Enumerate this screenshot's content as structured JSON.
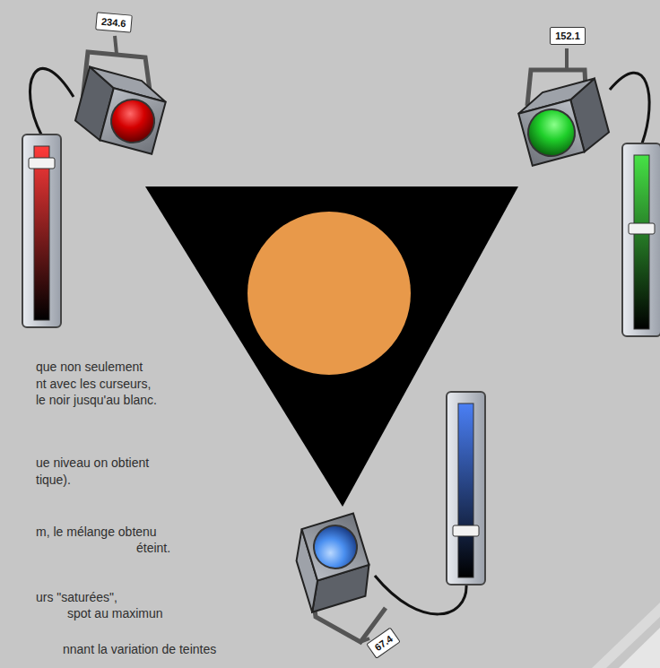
{
  "diagram": {
    "nodes": [
      {
        "text": [
          "234.6"
        ]
      },
      {
        "text": [
          "152.1"
        ]
      },
      {
        "text": [
          "67.4"
        ]
      }
    ],
    "labels": [
      "que non seulement",
      "nt avec les curseurs,",
      "le noir jusqu'au blanc.",
      "ue niveau on obtient",
      "tique).",
      "m, le mélange obtenu",
      "éteint.",
      "urs \"saturées\",",
      "spot au maximun",
      "nnant la variation de teintes"
    ]
  }
}
